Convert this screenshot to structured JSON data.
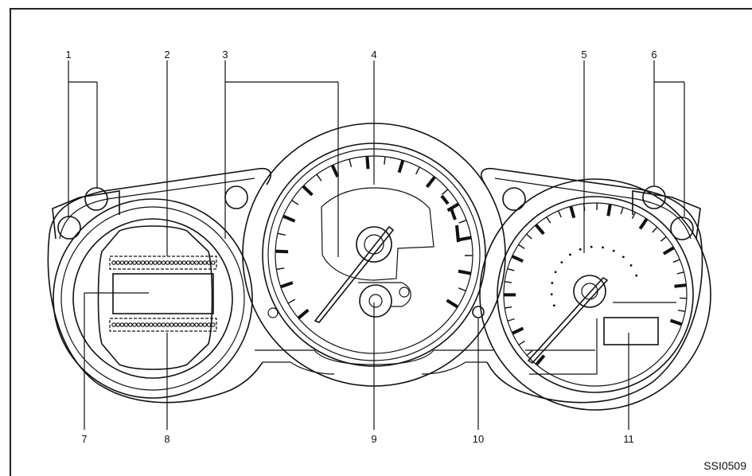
{
  "figure_code": "SSI0509",
  "callouts": {
    "c1": "1",
    "c2": "2",
    "c3": "3",
    "c4": "4",
    "c5": "5",
    "c6": "6",
    "c7": "7",
    "c8": "8",
    "c9": "9",
    "c10": "10",
    "c11": "11"
  }
}
